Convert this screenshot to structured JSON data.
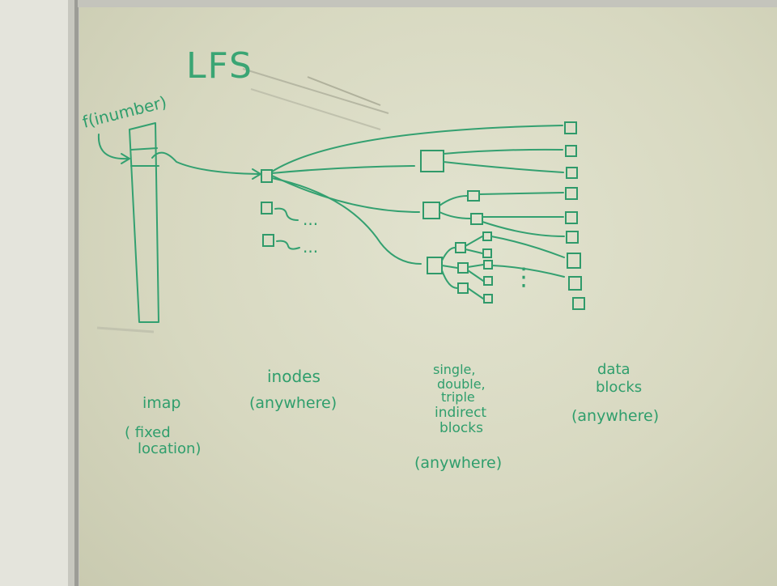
{
  "whiteboard": {
    "title": "LFS",
    "fn_label": "f(inumber)",
    "ellipsis": "...",
    "vertical_dots": "⋮",
    "labels": {
      "imap": [
        "imap",
        "( fixed",
        "location)"
      ],
      "inodes": [
        "inodes",
        "(anywhere)"
      ],
      "indirect": [
        "single,",
        "double,",
        "triple",
        "indirect",
        "blocks",
        "(anywhere)"
      ],
      "data": [
        "data",
        "blocks",
        "(anywhere)"
      ]
    },
    "colors": {
      "marker": "#33a070",
      "board": "#dcdcc6",
      "wall": "#e4e4dc"
    }
  }
}
